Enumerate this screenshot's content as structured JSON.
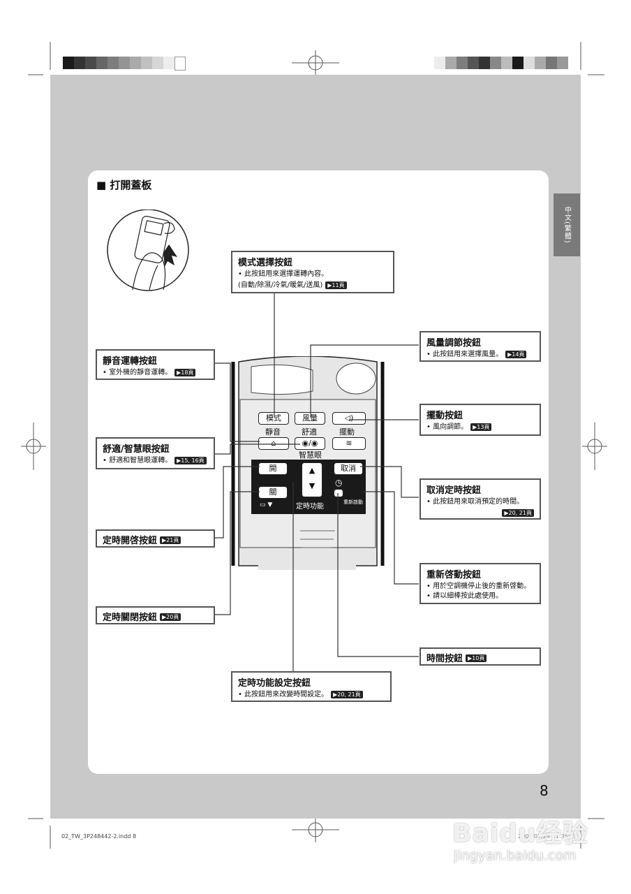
{
  "section_title": "■ 打開蓋板",
  "lang_tab": "中文(繁體)",
  "page_number": "8",
  "footer_left": "02_TW_3P248442-2.indd   8",
  "footer_right": "2009/07/24  11:35:25",
  "watermark": {
    "line1": "Baidu经验",
    "line2": "jingyan.baidu.com"
  },
  "remote": {
    "mode": "模式",
    "fan": "風量",
    "quiet": "靜音",
    "comfort": "舒適",
    "swing": "擺動",
    "smart_eye": "智慧眼",
    "on": "開",
    "off": "關",
    "cancel": "取消",
    "timer": "定時功能",
    "restart": "重新啟動"
  },
  "callouts": {
    "mode": {
      "title": "模式選擇按鈕",
      "desc": "• 此按鈕用來選擇運轉內容。",
      "desc2": "(自動/除濕/冷氣/暖氣/送風)",
      "ref": "▶11頁"
    },
    "fan": {
      "title": "風量調節按鈕",
      "desc": "• 此按鈕用來選擇風量。",
      "ref": "▶14頁"
    },
    "quiet": {
      "title": "靜音運轉按鈕",
      "desc": "• 室外機的靜音運轉。",
      "ref": "▶18頁"
    },
    "swing": {
      "title": "擺動按鈕",
      "desc": "• 風向調節。",
      "ref": "▶13頁"
    },
    "comfort": {
      "title": "舒適/智慧眼按鈕",
      "desc": "• 舒適和智慧眼運轉。",
      "ref": "▶15, 16頁"
    },
    "cancel": {
      "title": "取消定時按鈕",
      "desc": "• 此按鈕用來取消預定的時間。",
      "ref": "▶20, 21頁"
    },
    "timer_on": {
      "title": "定時開啓按鈕",
      "ref": "▶21頁"
    },
    "restart": {
      "title": "重新啓動按鈕",
      "desc": "• 用於空調機停止後的重新啓動。",
      "desc2": "• 請以細棒按此處使用。"
    },
    "timer_off": {
      "title": "定時關閉按鈕",
      "ref": "▶20頁"
    },
    "clock": {
      "title": "時間按鈕",
      "ref": "▶10頁"
    },
    "timer_set": {
      "title": "定時功能設定按鈕",
      "desc": "• 此按鈕用來改變時間設定。",
      "ref": "▶20, 21頁"
    }
  }
}
